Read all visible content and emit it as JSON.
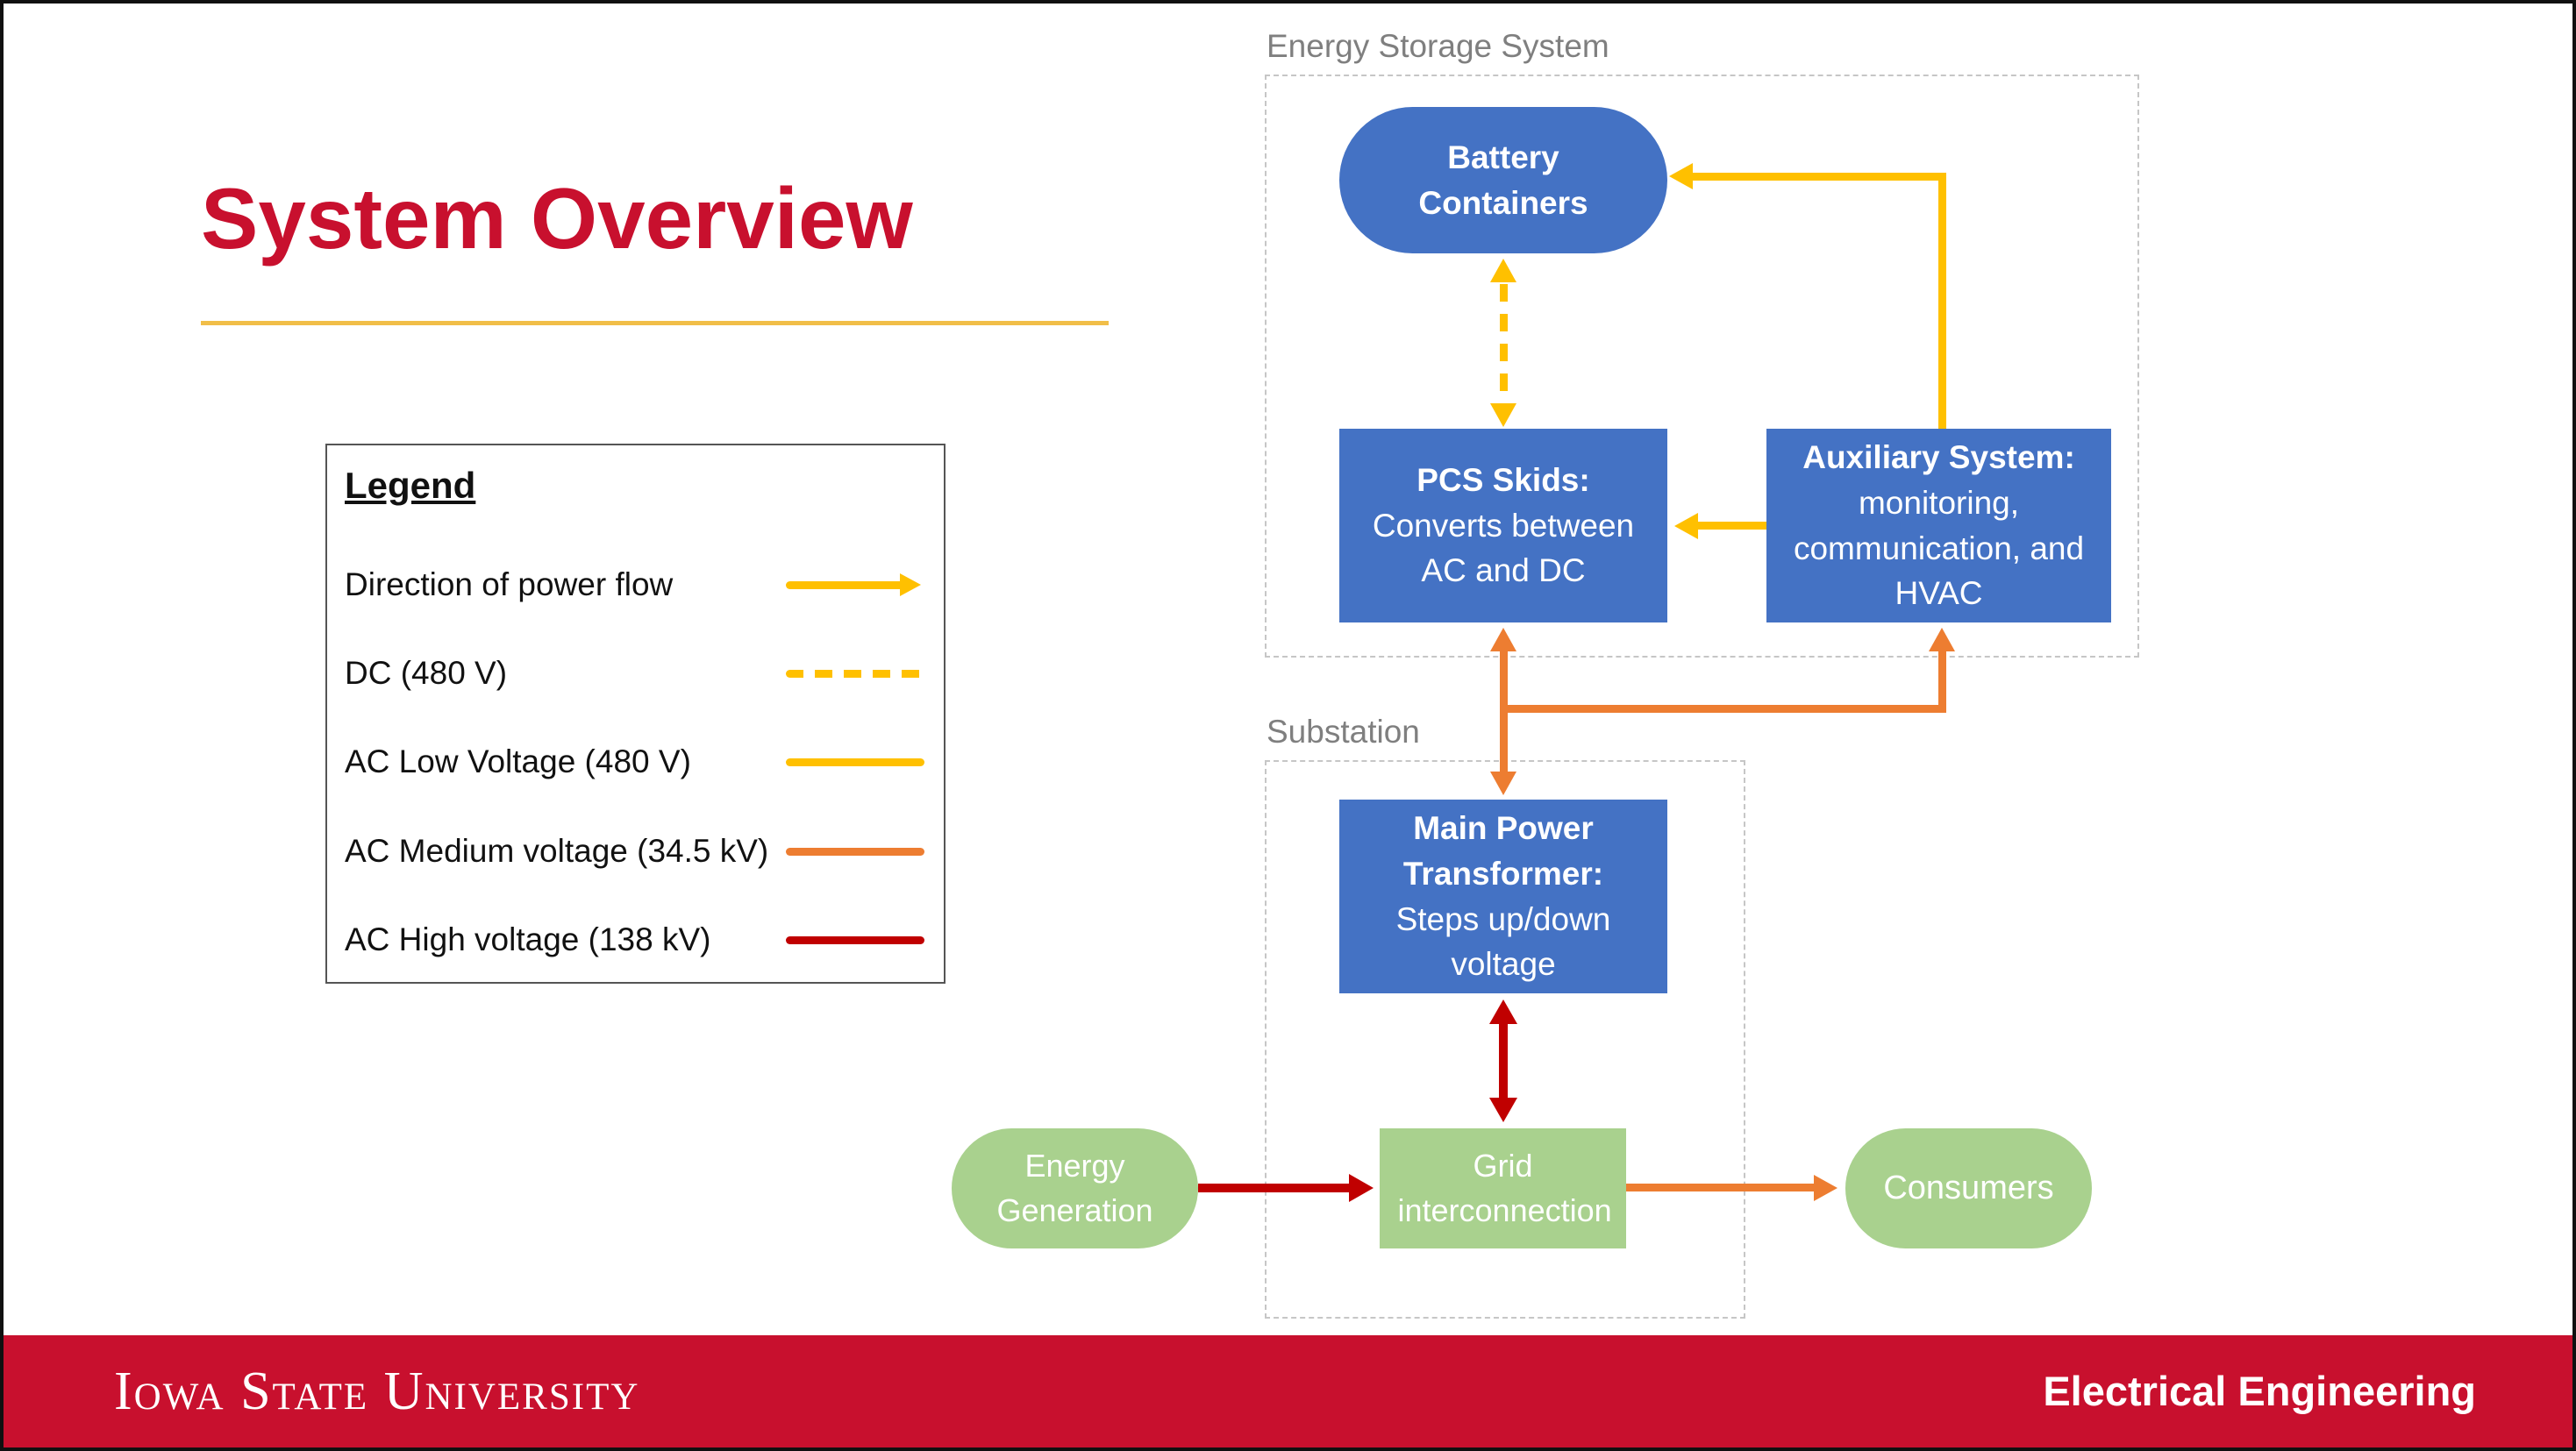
{
  "slide": {
    "title": "System Overview",
    "footer": {
      "brand": "Iowa State University",
      "department": "Electrical Engineering"
    }
  },
  "legend": {
    "title": "Legend",
    "items": [
      {
        "label": "Direction of power flow",
        "swatch": "arrow",
        "color": "#FFC000"
      },
      {
        "label": "DC (480 V)",
        "swatch": "dashed-line",
        "color": "#FFC000"
      },
      {
        "label": "AC Low Voltage (480 V)",
        "swatch": "solid-line",
        "color": "#FFC000"
      },
      {
        "label": "AC Medium voltage (34.5 kV)",
        "swatch": "solid-line",
        "color": "#ED7D31"
      },
      {
        "label": "AC High voltage (138 kV)",
        "swatch": "solid-line",
        "color": "#C00000"
      }
    ]
  },
  "diagram": {
    "groups": [
      {
        "label": "Energy Storage System"
      },
      {
        "label": "Substation"
      }
    ],
    "nodes": {
      "battery": {
        "title": "Battery Containers"
      },
      "pcs": {
        "title": "PCS Skids:",
        "desc": "Converts between AC and DC"
      },
      "aux": {
        "title": "Auxiliary System:",
        "desc": "monitoring, communication, and HVAC"
      },
      "transformer": {
        "title": "Main Power Transformer:",
        "desc": "Steps up/down voltage"
      },
      "grid": {
        "title": "Grid interconnection"
      },
      "generation": {
        "title": "Energy Generation"
      },
      "consumers": {
        "title": "Consumers"
      }
    },
    "colors": {
      "node_blue": "#4472C4",
      "node_green": "#A9D18E",
      "power_flow_gold": "#FFC000",
      "ac_medium_orange": "#ED7D31",
      "ac_high_red": "#C00000"
    }
  },
  "theme": {
    "title_color": "#C8102E",
    "footer_bar_color": "#C8102E",
    "divider_gold": "#F1BE48",
    "group_label_gray": "#7F7F7F",
    "frame_black": "#101010"
  }
}
